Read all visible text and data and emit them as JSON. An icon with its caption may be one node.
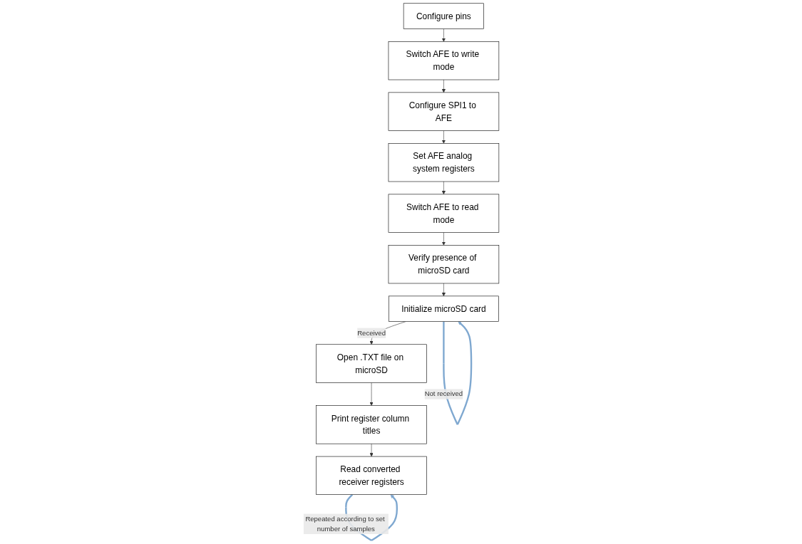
{
  "diagram": {
    "nodes": [
      {
        "text": [
          "Configure pins"
        ]
      },
      {
        "text": [
          "Switch AFE to write mode"
        ]
      },
      {
        "text": [
          "Configure SPI1 to AFE"
        ]
      },
      {
        "text": [
          "Set AFE analog system registers"
        ]
      },
      {
        "text": [
          "Switch AFE to read mode"
        ]
      },
      {
        "text": [
          "Verify presence of microSD card"
        ]
      },
      {
        "text": [
          "Initialize microSD card"
        ]
      },
      {
        "text": [
          "Open .TXT file on microSD"
        ]
      },
      {
        "text": [
          "Print register column titles"
        ]
      },
      {
        "text": [
          "Read converted receiver registers"
        ]
      }
    ],
    "edges": [
      {
        "from": 0,
        "to": 1,
        "arrow": "to"
      },
      {
        "from": 1,
        "to": 2,
        "arrow": "to"
      },
      {
        "from": 2,
        "to": 3,
        "arrow": "to"
      },
      {
        "from": 3,
        "to": 4,
        "arrow": "to"
      },
      {
        "from": 4,
        "to": 5,
        "arrow": "to"
      },
      {
        "from": 5,
        "to": 6,
        "arrow": "to"
      },
      {
        "from": 6,
        "to": 6,
        "arrow": "to",
        "label": "Not received",
        "style": "thick",
        "color": "#7fa8d0"
      },
      {
        "from": 6,
        "to": 7,
        "arrow": "to",
        "label": "Received"
      },
      {
        "from": 7,
        "to": 8,
        "arrow": "to"
      },
      {
        "from": 8,
        "to": 9,
        "arrow": "to"
      },
      {
        "from": 9,
        "to": 9,
        "arrow": "to",
        "label": "Repeated according to set number of samples",
        "style": "thick",
        "color": "#7fa8d0"
      }
    ]
  }
}
